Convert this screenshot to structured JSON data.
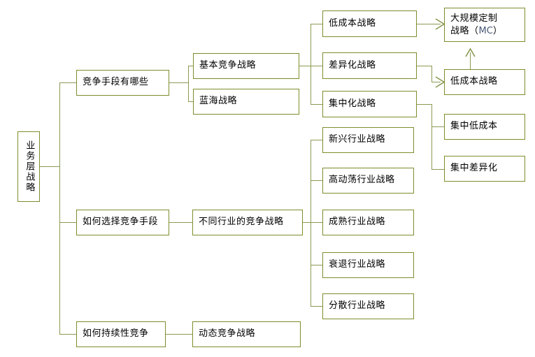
{
  "diagram": {
    "title": "业务层战略",
    "line_color": "#8a9a52",
    "box_border_color": "#7d8d2c",
    "accent_text_color": "#4a5a78",
    "background": "#ffffff",
    "root": {
      "label": "业务层战略",
      "orientation": "vertical"
    },
    "branches": [
      {
        "label": "竞争手段有哪些",
        "children": [
          {
            "label": "基本竞争战略",
            "children": [
              {
                "label": "低成本战略",
                "links_to": [
                  "大规模定制战略（MC）"
                ]
              },
              {
                "label": "差异化战略",
                "links_to": [
                  "低成本战略"
                ]
              },
              {
                "label": "集中化战略",
                "children": [
                  {
                    "label": "集中低成本"
                  },
                  {
                    "label": "集中差异化"
                  }
                ]
              }
            ]
          },
          {
            "label": "蓝海战略"
          }
        ]
      },
      {
        "label": "如何选择竞争手段",
        "children": [
          {
            "label": "不同行业的竞争战略",
            "children": [
              {
                "label": "新兴行业战略"
              },
              {
                "label": "高动荡行业战略"
              },
              {
                "label": "成熟行业战略"
              },
              {
                "label": "衰退行业战略"
              },
              {
                "label": "分散行业战略"
              }
            ]
          }
        ]
      },
      {
        "label": "如何持续性竞争",
        "children": [
          {
            "label": "动态竞争战略"
          }
        ]
      }
    ],
    "side_nodes": [
      {
        "label_line1": "大规模定制",
        "label_line2": "战略（",
        "label_mc": "MC",
        "label_line3": "）"
      },
      {
        "label": "低成本战略"
      }
    ]
  }
}
